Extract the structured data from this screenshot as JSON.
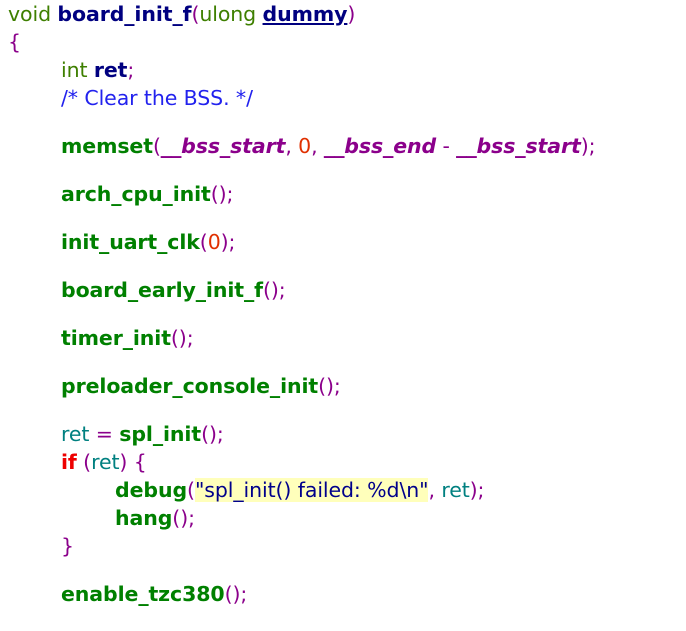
{
  "document": {
    "kind": "source-code-listing",
    "language": "C",
    "function_name": "board_init_f",
    "background_color": "#ffffff",
    "highlight_color": "#ffffbb"
  },
  "palette": {
    "keyword": "#3e7f00",
    "function_definition": "#000080",
    "function_call": "#008000",
    "punctuation": "#8b008b",
    "global_variable": "#8b008b",
    "number": "#e03000",
    "comment": "#2222ee",
    "control_keyword": "#ee0000",
    "local_variable": "#008080",
    "string": "#00008b",
    "string_highlight": "#ffffbb"
  },
  "code": {
    "lines": [
      {
        "id": "line-signature",
        "indent": 0,
        "tokens": [
          {
            "t": "void",
            "c": "tok-keyword"
          },
          {
            "t": " ",
            "c": "tok-plain"
          },
          {
            "t": "board_init_f",
            "c": "tok-funcdef"
          },
          {
            "t": "(",
            "c": "tok-punct"
          },
          {
            "t": "ulong",
            "c": "tok-type"
          },
          {
            "t": " ",
            "c": "tok-plain"
          },
          {
            "t": "dummy",
            "c": "tok-param"
          },
          {
            "t": ")",
            "c": "tok-punct"
          }
        ]
      },
      {
        "id": "line-open-brace",
        "indent": 0,
        "tokens": [
          {
            "t": "{",
            "c": "tok-brace"
          }
        ]
      },
      {
        "id": "line-decl-ret",
        "indent": 1,
        "tokens": [
          {
            "t": "int",
            "c": "tok-type"
          },
          {
            "t": " ",
            "c": "tok-plain"
          },
          {
            "t": "ret",
            "c": "tok-funcdef"
          },
          {
            "t": ";",
            "c": "tok-punct"
          }
        ]
      },
      {
        "id": "line-comment-bss",
        "indent": 1,
        "tokens": [
          {
            "t": "/* Clear the BSS. */",
            "c": "tok-comment"
          }
        ]
      },
      {
        "id": "blank-1",
        "blank": true
      },
      {
        "id": "line-memset",
        "indent": 1,
        "tokens": [
          {
            "t": "memset",
            "c": "tok-funccall"
          },
          {
            "t": "(",
            "c": "tok-punct"
          },
          {
            "t": "__bss_start",
            "c": "tok-global"
          },
          {
            "t": ", ",
            "c": "tok-punct"
          },
          {
            "t": "0",
            "c": "tok-number"
          },
          {
            "t": ", ",
            "c": "tok-punct"
          },
          {
            "t": "__bss_end",
            "c": "tok-global"
          },
          {
            "t": " - ",
            "c": "tok-punct"
          },
          {
            "t": "__bss_start",
            "c": "tok-global"
          },
          {
            "t": ");",
            "c": "tok-punct"
          }
        ]
      },
      {
        "id": "blank-2",
        "blank": true
      },
      {
        "id": "line-arch-cpu-init",
        "indent": 1,
        "tokens": [
          {
            "t": "arch_cpu_init",
            "c": "tok-funccall"
          },
          {
            "t": "();",
            "c": "tok-punct"
          }
        ]
      },
      {
        "id": "blank-3",
        "blank": true
      },
      {
        "id": "line-init-uart-clk",
        "indent": 1,
        "tokens": [
          {
            "t": "init_uart_clk",
            "c": "tok-funccall"
          },
          {
            "t": "(",
            "c": "tok-punct"
          },
          {
            "t": "0",
            "c": "tok-number"
          },
          {
            "t": ");",
            "c": "tok-punct"
          }
        ]
      },
      {
        "id": "blank-4",
        "blank": true
      },
      {
        "id": "line-board-early-init-f",
        "indent": 1,
        "tokens": [
          {
            "t": "board_early_init_f",
            "c": "tok-funccall"
          },
          {
            "t": "();",
            "c": "tok-punct"
          }
        ]
      },
      {
        "id": "blank-5",
        "blank": true
      },
      {
        "id": "line-timer-init",
        "indent": 1,
        "tokens": [
          {
            "t": "timer_init",
            "c": "tok-funccall"
          },
          {
            "t": "();",
            "c": "tok-punct"
          }
        ]
      },
      {
        "id": "blank-6",
        "blank": true
      },
      {
        "id": "line-preloader-console-init",
        "indent": 1,
        "tokens": [
          {
            "t": "preloader_console_init",
            "c": "tok-funccall"
          },
          {
            "t": "();",
            "c": "tok-punct"
          }
        ]
      },
      {
        "id": "blank-7",
        "blank": true
      },
      {
        "id": "line-ret-spl-init",
        "indent": 1,
        "tokens": [
          {
            "t": "ret",
            "c": "tok-var"
          },
          {
            "t": " = ",
            "c": "tok-punct"
          },
          {
            "t": "spl_init",
            "c": "tok-funccall"
          },
          {
            "t": "();",
            "c": "tok-punct"
          }
        ]
      },
      {
        "id": "line-if-ret",
        "indent": 1,
        "tokens": [
          {
            "t": "if",
            "c": "tok-control"
          },
          {
            "t": " ",
            "c": "tok-plain"
          },
          {
            "t": "(",
            "c": "tok-punct"
          },
          {
            "t": "ret",
            "c": "tok-var"
          },
          {
            "t": ") ",
            "c": "tok-punct"
          },
          {
            "t": "{",
            "c": "tok-brace"
          }
        ]
      },
      {
        "id": "line-debug-call",
        "indent": 2,
        "tokens": [
          {
            "t": "debug",
            "c": "tok-funccall"
          },
          {
            "t": "(",
            "c": "tok-punct"
          },
          {
            "t": "\"spl_init() failed: %d\\n\"",
            "c": "tok-string"
          },
          {
            "t": ", ",
            "c": "tok-punct"
          },
          {
            "t": "ret",
            "c": "tok-var"
          },
          {
            "t": ");",
            "c": "tok-punct"
          }
        ]
      },
      {
        "id": "line-hang-call",
        "indent": 2,
        "tokens": [
          {
            "t": "hang",
            "c": "tok-funccall"
          },
          {
            "t": "();",
            "c": "tok-punct"
          }
        ]
      },
      {
        "id": "line-close-if-brace",
        "indent": 1,
        "tokens": [
          {
            "t": "}",
            "c": "tok-brace"
          }
        ]
      },
      {
        "id": "blank-8",
        "blank": true
      },
      {
        "id": "line-enable-tzc380",
        "indent": 1,
        "tokens": [
          {
            "t": "enable_tzc380",
            "c": "tok-funccall"
          },
          {
            "t": "();",
            "c": "tok-punct"
          }
        ]
      }
    ]
  }
}
